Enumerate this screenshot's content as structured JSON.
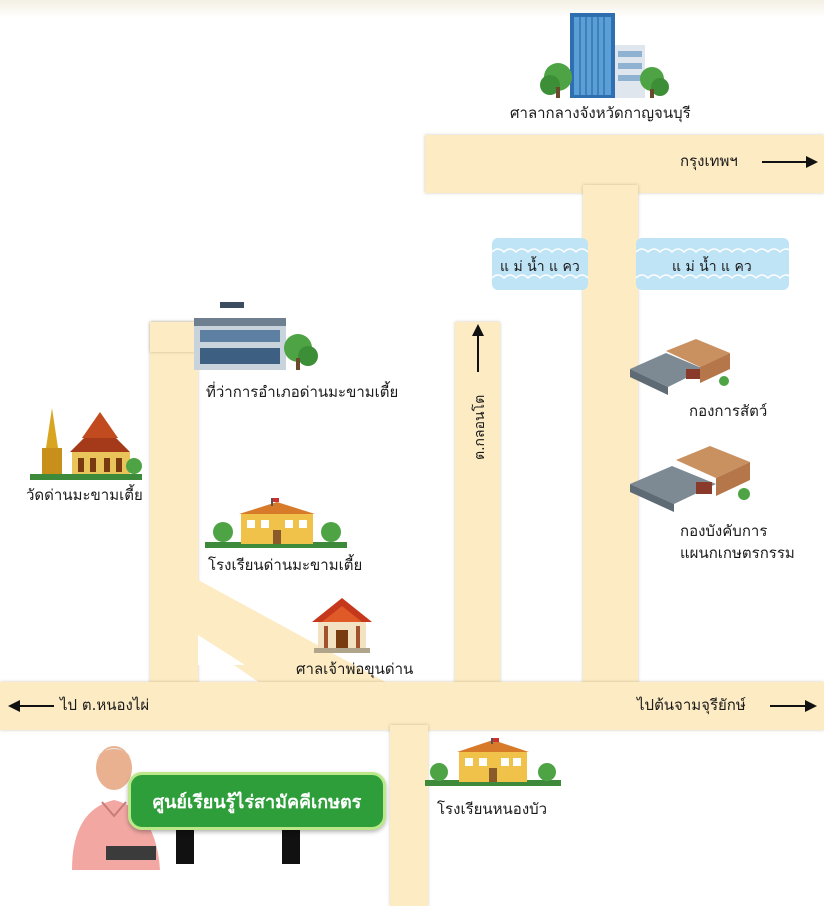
{
  "places": {
    "provincial_hall": "ศาลากลางจังหวัดกาญจนบุรี",
    "district_office": "ที่ว่าการอำเภอด่านมะขามเตี้ย",
    "temple": "วัดด่านมะขามเตี้ย",
    "school_dan": "โรงเรียนด่านมะขามเตี้ย",
    "shrine": "ศาลเจ้าพ่อขุนด่าน",
    "livestock": "กองการสัตว์",
    "agri_command_line1": "กองบังคับการ",
    "agri_command_line2": "แผนกเกษตรกรรม",
    "school_nongbua": "โรงเรียนหนองบัว"
  },
  "directions": {
    "bangkok": "กรุงเทพฯ",
    "to_nongphai": "ไป ต.หนองไผ่",
    "to_tonchamjurijak": "ไปต้นจามจุรียักษ์",
    "klong_on_to": "ต.กลอนโต"
  },
  "river": {
    "left_label": "แ ม่ น้ำ แ คว",
    "right_label": "แ ม่ น้ำ แ คว"
  },
  "sign": {
    "text": "ศูนย์เรียนรู้ไร่สามัคคีเกษตร"
  },
  "colors": {
    "road": "#fcebc3",
    "river": "#bfe4f6",
    "sign": "#2e9e3b",
    "sign_border": "#bde88a"
  }
}
